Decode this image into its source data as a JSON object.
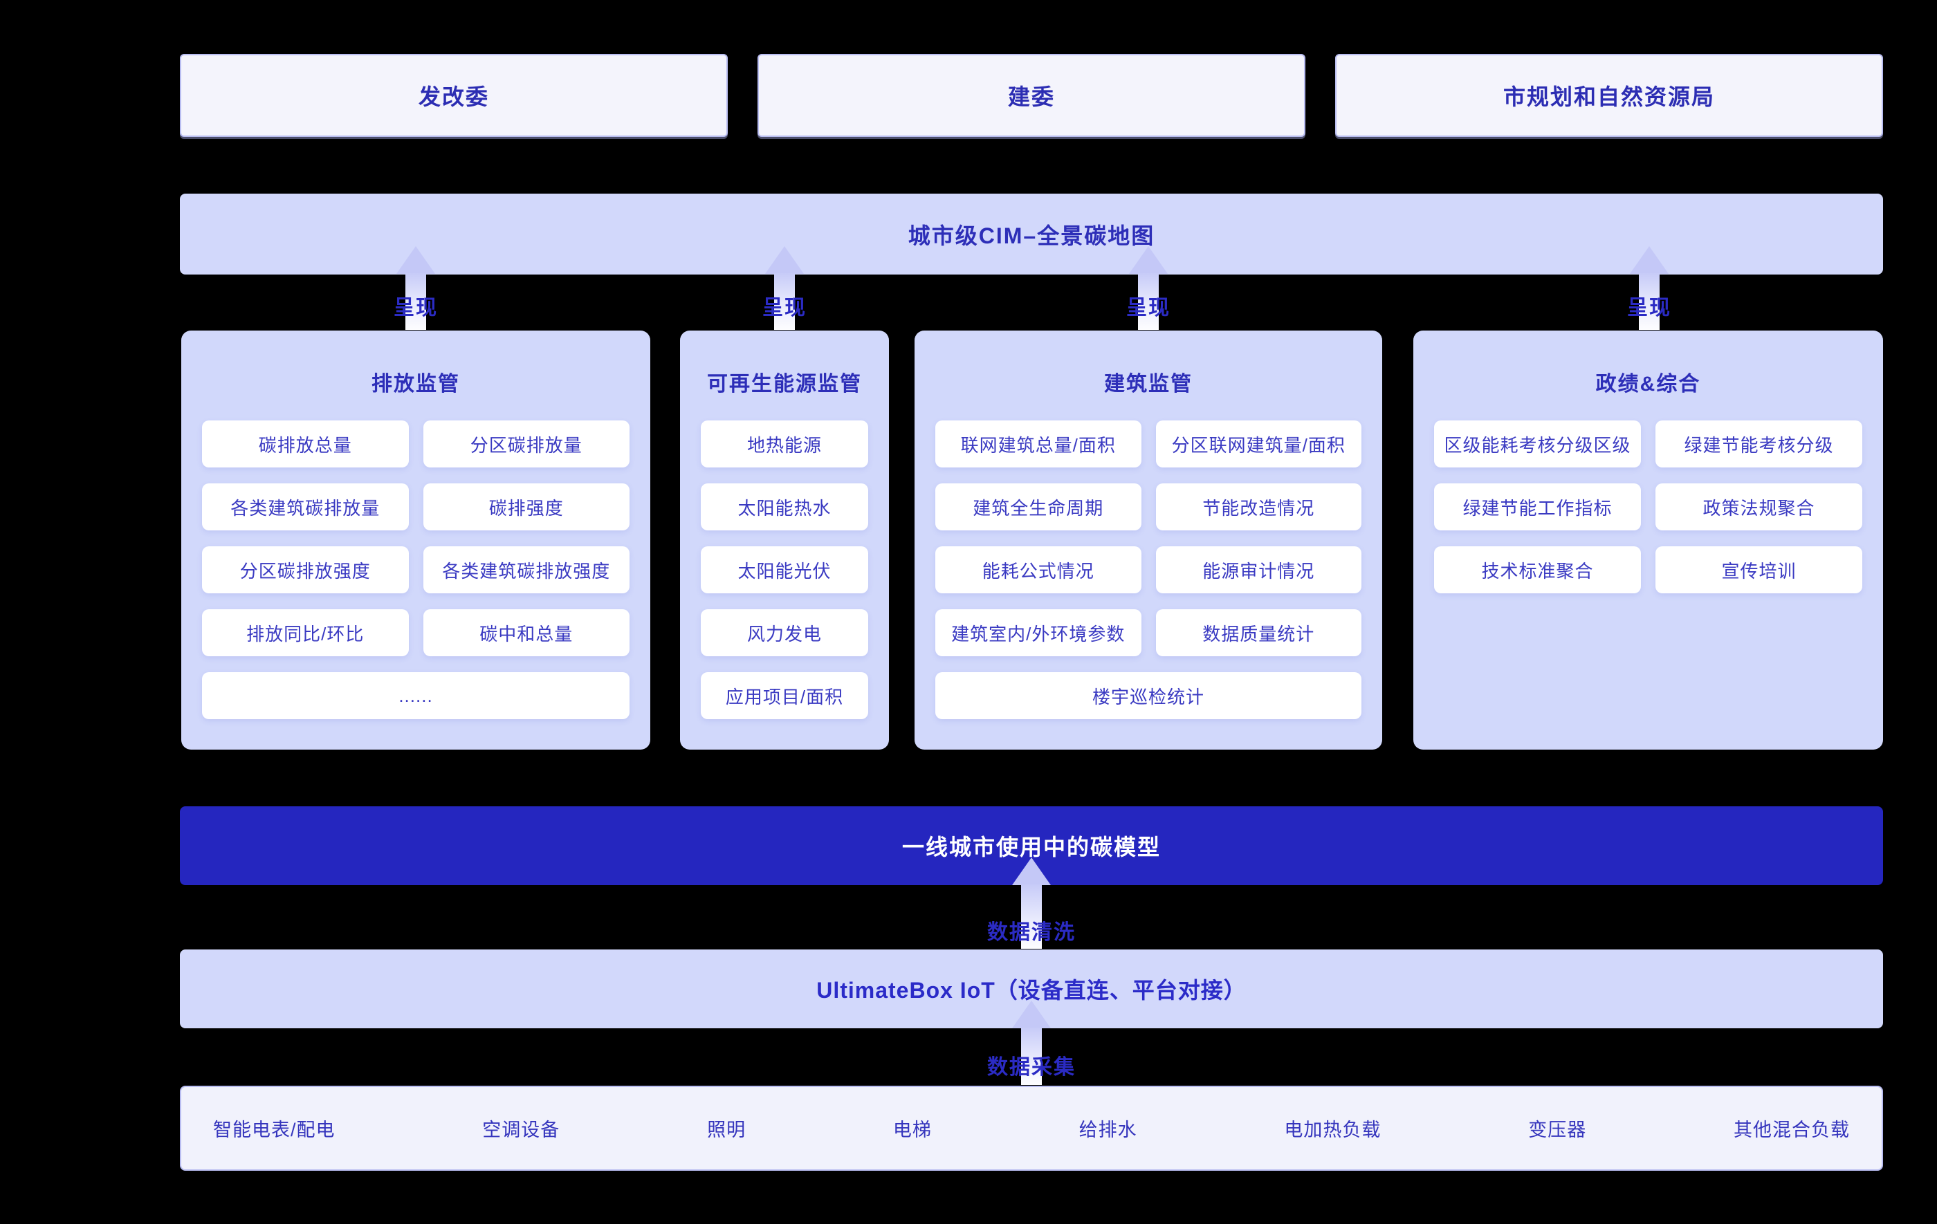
{
  "colors": {
    "background": "#000000",
    "accent_indigo": "#2526BF",
    "panel_fill": "#D1D8FB",
    "bar_fill": "#D2D8FB",
    "light_box_fill": "#F4F4FC",
    "light_box_border": "#B9BDF1",
    "item_fill": "#FFFFFF",
    "title_text": "#2D2EB8",
    "item_text": "#3A3AC2",
    "flow_label_text": "#2B2BC4",
    "arrow_head": "#C4C8F7",
    "model_bar_text": "#FFFFFF"
  },
  "org_row": [
    {
      "label": "发改委"
    },
    {
      "label": "建委"
    },
    {
      "label": "市规划和自然资源局"
    }
  ],
  "cim_bar": {
    "label": "城市级CIM–全景碳地图"
  },
  "flow_labels": {
    "present": "呈现",
    "clean": "数据清洗",
    "collect": "数据采集"
  },
  "panels": [
    {
      "title": "排放监管",
      "items": [
        "碳排放总量",
        "分区碳排放量",
        "各类建筑碳排放量",
        "碳排强度",
        "分区碳排放强度",
        "各类建筑碳排放强度",
        "排放同比/环比",
        "碳中和总量",
        "......"
      ]
    },
    {
      "title": "可再生能源监管",
      "items": [
        "地热能源",
        "太阳能热水",
        "太阳能光伏",
        "风力发电",
        "应用项目/面积"
      ]
    },
    {
      "title": "建筑监管",
      "items": [
        "联网建筑总量/面积",
        "分区联网建筑量/面积",
        "建筑全生命周期",
        "节能改造情况",
        "能耗公式情况",
        "能源审计情况",
        "建筑室内/外环境参数",
        "数据质量统计",
        "楼宇巡检统计"
      ]
    },
    {
      "title": "政绩&综合",
      "items": [
        "区级能耗考核分级区级",
        "绿建节能考核分级",
        "绿建节能工作指标",
        "政策法规聚合",
        "技术标准聚合",
        "宣传培训"
      ]
    }
  ],
  "model_bar": {
    "label": "一线城市使用中的碳模型"
  },
  "iot_bar": {
    "label": "UltimateBox IoT（设备直连、平台对接）"
  },
  "device_bar": {
    "items": [
      "智能电表/配电",
      "空调设备",
      "照明",
      "电梯",
      "给排水",
      "电加热负载",
      "变压器",
      "其他混合负载"
    ]
  }
}
